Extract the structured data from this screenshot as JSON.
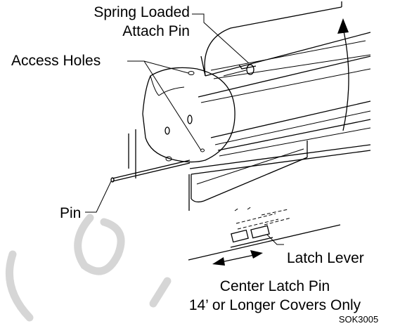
{
  "labels": {
    "spring_loaded_line1": "Spring Loaded",
    "spring_loaded_line2": "Attach Pin",
    "access_holes": "Access Holes",
    "pin": "Pin",
    "latch_lever": "Latch Lever",
    "center_latch_line1": "Center Latch Pin",
    "center_latch_line2": "14’ or Longer Covers Only",
    "code": "SOK3005"
  }
}
